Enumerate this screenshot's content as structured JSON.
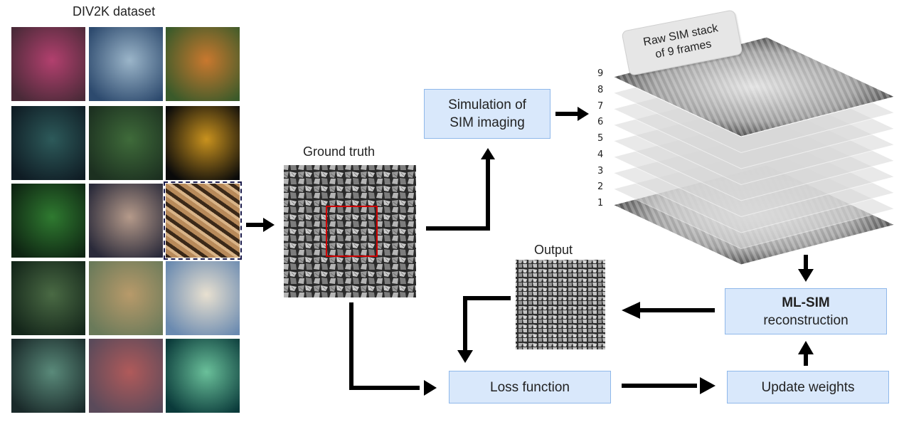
{
  "dataset": {
    "title": "DIV2K dataset",
    "tiles": [
      {
        "icon": "starfish-image",
        "c1": "#4a2a38",
        "c2": "#b2406e"
      },
      {
        "icon": "mountain-lake-image",
        "c1": "#2d4a6e",
        "c2": "#9bb5c9"
      },
      {
        "icon": "tiger-image",
        "c1": "#3a5a2a",
        "c2": "#c9782e"
      },
      {
        "icon": "dark-leaves-image",
        "c1": "#0f1c24",
        "c2": "#2d5a5a"
      },
      {
        "icon": "pine-forest-image",
        "c1": "#1c3020",
        "c2": "#3f6b3a"
      },
      {
        "icon": "bee-image",
        "c1": "#0a0a0a",
        "c2": "#c9921e"
      },
      {
        "icon": "fern-image",
        "c1": "#0e2412",
        "c2": "#2f7a30"
      },
      {
        "icon": "crowd-image",
        "c1": "#2a2a3a",
        "c2": "#b59a8a"
      },
      {
        "icon": "firewood-image",
        "c1": "#3a2818",
        "c2": "#b88a5a"
      },
      {
        "icon": "green-leaves-image",
        "c1": "#14261a",
        "c2": "#4a6a44"
      },
      {
        "icon": "antelope-image",
        "c1": "#6a7a5a",
        "c2": "#b89a6a"
      },
      {
        "icon": "westie-dog-image",
        "c1": "#6a8ab0",
        "c2": "#e8e0d0"
      },
      {
        "icon": "succulent-image",
        "c1": "#1a2a2a",
        "c2": "#5a8a7a"
      },
      {
        "icon": "stadium-image",
        "c1": "#5a4a5a",
        "c2": "#b05a5a"
      },
      {
        "icon": "coral-image",
        "c1": "#0a3a3a",
        "c2": "#6ac09a"
      }
    ]
  },
  "ground_truth": {
    "label": "Ground truth"
  },
  "simulation": {
    "line1": "Simulation of",
    "line2": "SIM imaging"
  },
  "raw_stack": {
    "line1": "Raw SIM stack",
    "line2": "of 9 frames",
    "frames": [
      "9",
      "8",
      "7",
      "6",
      "5",
      "4",
      "3",
      "2",
      "1"
    ]
  },
  "ml_sim": {
    "title": "ML-SIM",
    "subtitle": "reconstruction"
  },
  "output": {
    "label": "Output"
  },
  "loss": {
    "label": "Loss function"
  },
  "update": {
    "label": "Update weights"
  },
  "colors": {
    "box_fill": "#d9e8fb",
    "box_border": "#8fb8ea",
    "highlight": "#d00000",
    "arrow": "#000000"
  }
}
